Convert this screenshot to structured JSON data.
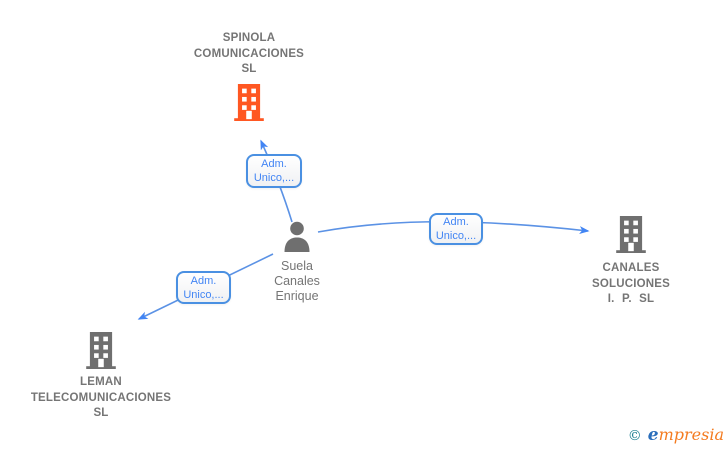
{
  "diagram": {
    "nodes": {
      "spinola": {
        "name": "SPINOLA COMUNICACIONES SL",
        "label_lines": [
          "SPINOLA",
          "COMUNICACIONES",
          "SL"
        ],
        "icon": "building-icon",
        "icon_color": "#ff5722"
      },
      "person": {
        "name": "Suela Canales Enrique",
        "label_lines": [
          "Suela",
          "Canales",
          "Enrique"
        ],
        "icon": "person-icon",
        "icon_color": "#6f6f6f"
      },
      "canales": {
        "name": "CANALES SOLUCIONES I. P. SL",
        "label_lines": [
          "CANALES",
          "SOLUCIONES",
          "I. P. SL"
        ],
        "icon": "building-icon",
        "icon_color": "#6f6f6f"
      },
      "leman": {
        "name": "LEMAN TELECOMUNICACIONES SL",
        "label_lines": [
          "LEMAN",
          "TELECOMUNICACIONES",
          "SL"
        ],
        "icon": "building-icon",
        "icon_color": "#6f6f6f"
      }
    },
    "edges": [
      {
        "from": "Suela Canales Enrique",
        "to": "SPINOLA COMUNICACIONES SL",
        "label_lines": [
          "Adm.",
          "Unico,..."
        ]
      },
      {
        "from": "Suela Canales Enrique",
        "to": "CANALES SOLUCIONES I. P. SL",
        "label_lines": [
          "Adm.",
          "Unico,..."
        ]
      },
      {
        "from": "Suela Canales Enrique",
        "to": "LEMAN TELECOMUNICACIONES SL",
        "label_lines": [
          "Adm.",
          "Unico,..."
        ]
      }
    ],
    "colors": {
      "edge_blue": "#5b92e5",
      "arrowhead_blue": "#4285f4",
      "box_border_blue": "#4a90e2",
      "box_text_blue": "#4285f4",
      "node_icon_gray": "#6f6f6f",
      "text_gray": "#757575",
      "highlight_orange": "#ff5722"
    },
    "watermark": {
      "copyright_symbol": "©",
      "brand_first_letter": "e",
      "brand_rest": "mpresia"
    }
  }
}
